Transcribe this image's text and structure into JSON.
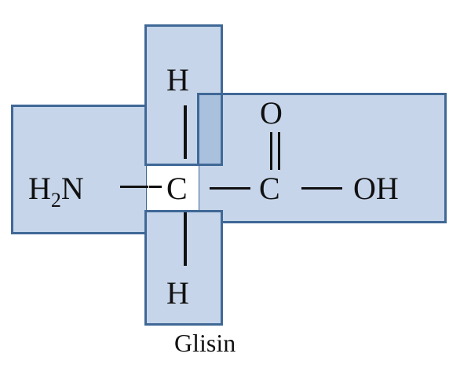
{
  "molecule": {
    "name": "Glisin",
    "atoms": {
      "top_h": "H",
      "bottom_h": "H",
      "amine_h": "H",
      "amine_sub": "2",
      "amine_n": "N",
      "alpha_c": "C",
      "carboxyl_c": "C",
      "carbonyl_o": "O",
      "hydroxyl": "OH"
    }
  },
  "colors": {
    "box_fill": "#c6d5ea",
    "box_border": "#3f6896",
    "overlap_fill": "#a9c1dd"
  }
}
